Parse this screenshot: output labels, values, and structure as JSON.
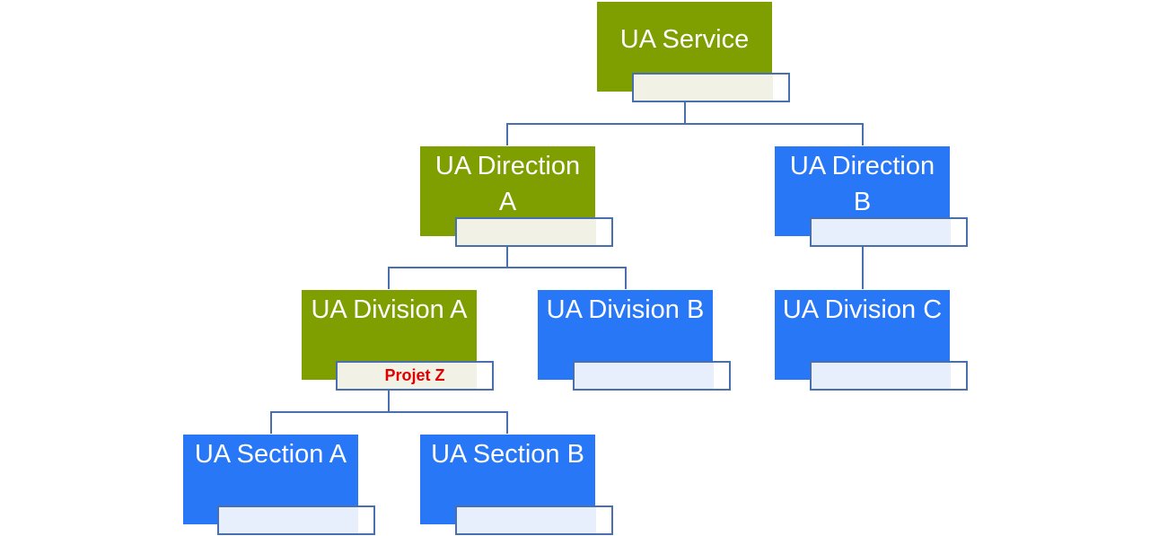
{
  "colors": {
    "green": "#7f9f00",
    "blue": "#2777f7",
    "connector": "#4a6fae",
    "note": "#e00000"
  },
  "nodes": {
    "service": {
      "label": "UA Service",
      "color": "green",
      "note": ""
    },
    "direction_a": {
      "label": "UA Direction A",
      "color": "green",
      "note": ""
    },
    "direction_b": {
      "label": "UA Direction B",
      "color": "blue",
      "note": ""
    },
    "division_a": {
      "label": "UA Division A",
      "color": "green",
      "note": "Projet Z"
    },
    "division_b": {
      "label": "UA Division B",
      "color": "blue",
      "note": ""
    },
    "division_c": {
      "label": "UA Division C",
      "color": "blue",
      "note": ""
    },
    "section_a": {
      "label": "UA Section A",
      "color": "blue",
      "note": ""
    },
    "section_b": {
      "label": "UA Section B",
      "color": "blue",
      "note": ""
    }
  },
  "edges": [
    [
      "service",
      "direction_a"
    ],
    [
      "service",
      "direction_b"
    ],
    [
      "direction_a",
      "division_a"
    ],
    [
      "direction_a",
      "division_b"
    ],
    [
      "direction_b",
      "division_c"
    ],
    [
      "division_a",
      "section_a"
    ],
    [
      "division_a",
      "section_b"
    ]
  ]
}
